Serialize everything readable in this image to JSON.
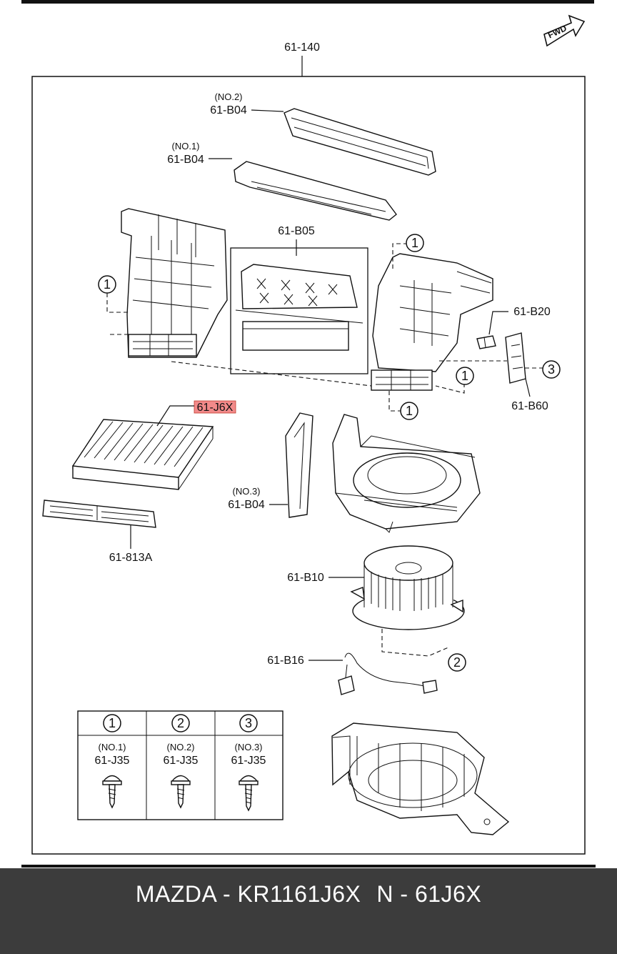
{
  "diagram": {
    "assembly_label": "61-140",
    "fwd_label": "FWD",
    "highlight_color": "#f28a8a",
    "parts": {
      "b04_no2": {
        "tag": "(NO.2)",
        "code": "61-B04"
      },
      "b04_no1": {
        "tag": "(NO.1)",
        "code": "61-B04"
      },
      "b04_no3": {
        "tag": "(NO.3)",
        "code": "61-B04"
      },
      "b05": "61-B05",
      "b20": "61-B20",
      "b60": "61-B60",
      "j6x": "61-J6X",
      "m813a": "61-813A",
      "b10": "61-B10",
      "b16": "61-B16"
    },
    "callouts": [
      "1",
      "1",
      "1",
      "1",
      "2",
      "3"
    ],
    "legend": [
      {
        "num": "1",
        "tag": "(NO.1)",
        "code": "61-J35"
      },
      {
        "num": "2",
        "tag": "(NO.2)",
        "code": "61-J35"
      },
      {
        "num": "3",
        "tag": "(NO.3)",
        "code": "61-J35"
      }
    ]
  },
  "footer": {
    "part_number": "MAZDA - KR1161J6X",
    "short_code": "N - 61J6X"
  }
}
